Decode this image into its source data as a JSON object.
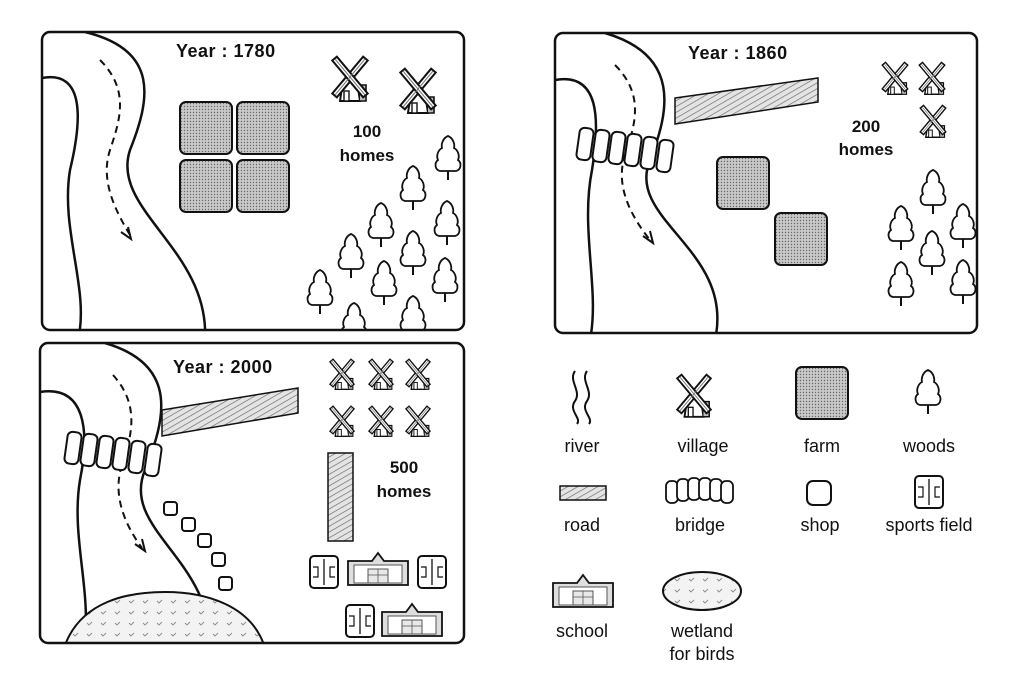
{
  "maps": {
    "m1780": {
      "year": "Year : 1780",
      "homes_count": "100",
      "homes_word": "homes"
    },
    "m1860": {
      "year": "Year : 1860",
      "homes_count": "200",
      "homes_word": "homes"
    },
    "m2000": {
      "year": "Year : 2000",
      "homes_count": "500",
      "homes_word": "homes"
    }
  },
  "legend": {
    "river": "river",
    "village": "village",
    "farm": "farm",
    "woods": "woods",
    "road": "road",
    "bridge": "bridge",
    "shop": "shop",
    "sports_field": "sports field",
    "school": "school",
    "wetland_line1": "wetland",
    "wetland_line2": "for birds"
  },
  "icons": [
    "river-icon",
    "windmill-icon",
    "farm-icon",
    "tree-icon",
    "road-icon",
    "bridge-icon",
    "shop-icon",
    "sports-field-icon",
    "school-icon",
    "wetland-icon"
  ]
}
